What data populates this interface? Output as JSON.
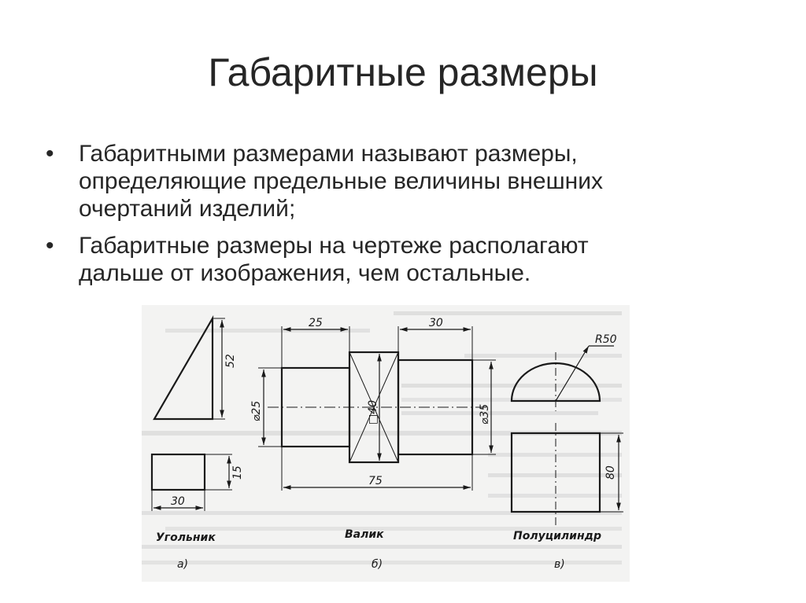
{
  "slide": {
    "title": "Габаритные размеры",
    "bullets": [
      {
        "mark": "•",
        "text": "Габаритными размерами называют размеры,\nопределяющие предельные величины внешних\nочертаний изделий;"
      },
      {
        "mark": "•",
        "text": "Габаритные размеры на чертеже располагают\nдальше от изображения, чем остальные."
      }
    ]
  },
  "figure": {
    "dimensions": {
      "ugolnik_height": "52",
      "ugolnik_thickness": "15",
      "ugolnik_length": "30",
      "valik_left_len": "25",
      "valik_right_len": "30",
      "valik_left_dia": "⌀25",
      "valik_square": "□40",
      "valik_right_dia": "⌀35",
      "valik_total": "75",
      "cyl_radius": "R50",
      "cyl_height": "80"
    },
    "captions": {
      "a_name": "Угольник",
      "b_name": "Валик",
      "c_name": "Полуцилиндр",
      "a_letter": "а)",
      "b_letter": "б)",
      "c_letter": "в)"
    }
  }
}
